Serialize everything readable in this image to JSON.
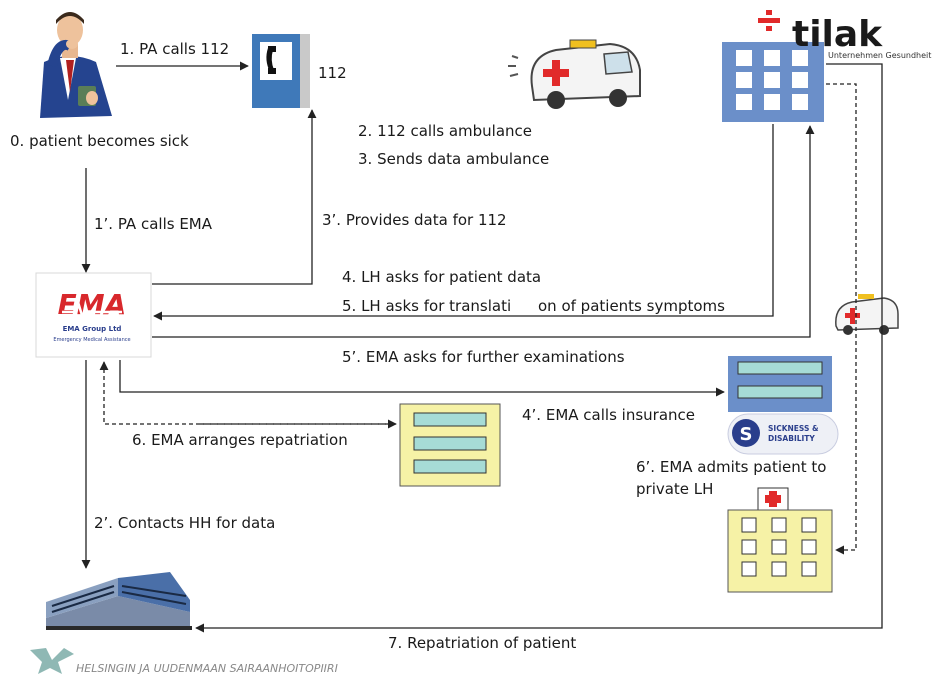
{
  "steps": {
    "s0": "0. patient becomes sick",
    "s1": "1. PA calls 112",
    "s2": "2. 112 calls ambulance",
    "s3": "3. Sends data ambulance",
    "s1p": "1’. PA calls EMA",
    "s3p": "3’. Provides data for 112",
    "s4": "4. LH asks for patient data",
    "s5a": "5. LH asks for translati",
    "s5b": "on of patients symptoms",
    "s5p": "5’. EMA asks for further examinations",
    "s4p": "4’. EMA calls insurance",
    "s6": "6. EMA arranges repatriation",
    "s6p_line1": "6’. EMA admits patient to",
    "s6p_line2": "private LH",
    "s2p": "2’. Contacts HH for data",
    "s7": "7. Repatriation of patient"
  },
  "nodes": {
    "phone_number": "112",
    "ema_logo": "EMA",
    "ema_company": "EMA Group Ltd",
    "ema_tagline": "Emergency Medical Assistance",
    "tilak_name": "tilak",
    "tilak_tagline": "Unternehmen Gesundheit",
    "insurance_line1": "SICKNESS &",
    "insurance_line2": "DISABILITY",
    "hus_name": "HELSINGIN JA UUDENMAAN SAIRAANHOITOPIIRI"
  },
  "colors": {
    "building_blue": "#6b8fc9",
    "phone_blue": "#3f79b9",
    "form_yellow": "#f6f2a6",
    "form_teal": "#a6dcd6",
    "ema_red": "#d8282c",
    "cross_red": "#e12a2a",
    "line": "#222222"
  }
}
